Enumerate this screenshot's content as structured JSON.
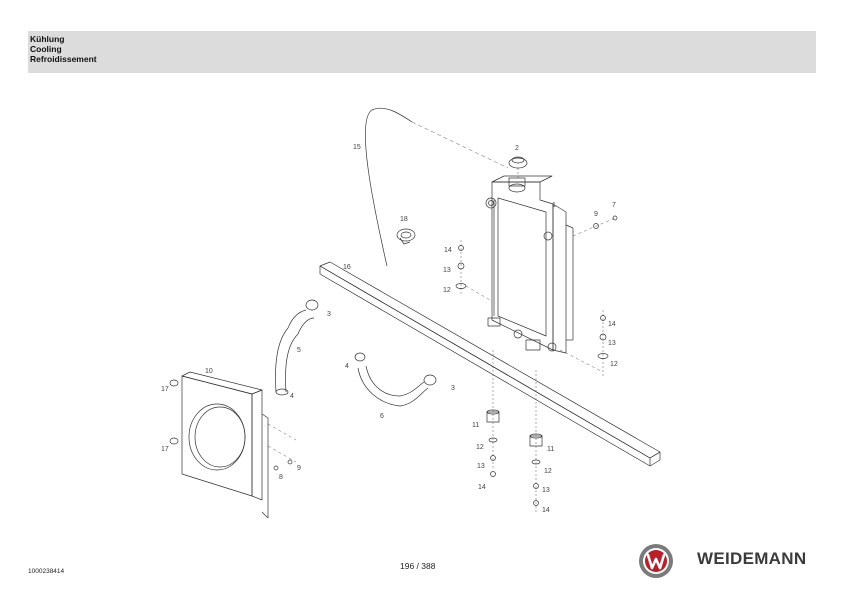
{
  "header": {
    "line1": "Kühlung",
    "line2": "Cooling",
    "line3": "Refroidissement"
  },
  "callouts": [
    "1",
    "2",
    "3",
    "4",
    "5",
    "6",
    "7",
    "8",
    "9",
    "10",
    "11",
    "12",
    "13",
    "14",
    "15",
    "16",
    "17",
    "18"
  ],
  "footer": {
    "doc_number": "1000238414",
    "page": "196 / 388",
    "brand": "WEIDEMANN"
  },
  "colors": {
    "header_bg": "#dcdcdc",
    "logo_red": "#b5202a",
    "logo_gray": "#7a7a7a"
  }
}
